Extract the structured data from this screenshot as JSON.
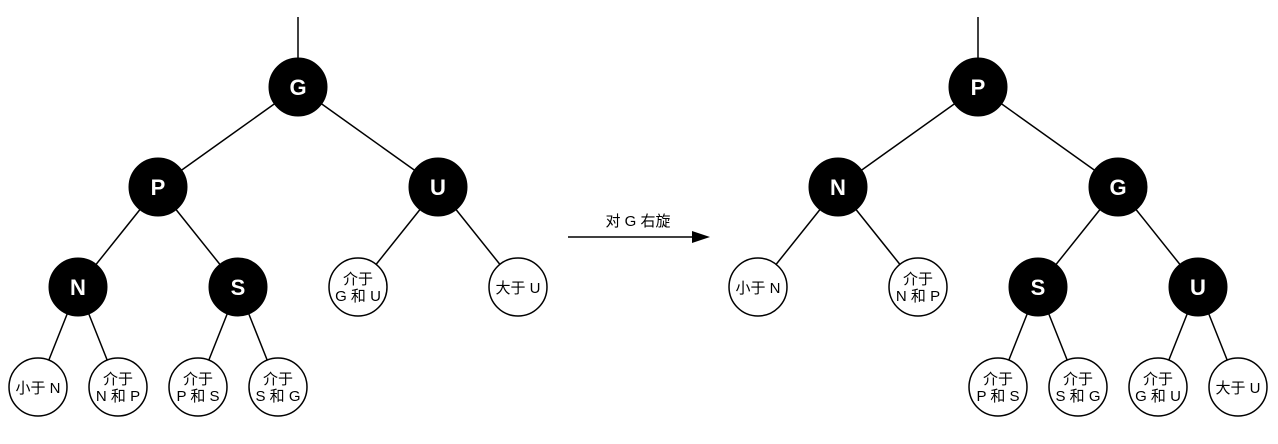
{
  "colors": {
    "black_node": "#000000",
    "white_node": "#ffffff",
    "edge": "#000000"
  },
  "operation": {
    "label": "对 G 右旋",
    "arrow": "right-arrow"
  },
  "before": {
    "nodes": {
      "G": {
        "color": "black",
        "lines": [
          "G"
        ]
      },
      "P": {
        "color": "black",
        "lines": [
          "P"
        ]
      },
      "U": {
        "color": "black",
        "lines": [
          "U"
        ]
      },
      "N": {
        "color": "black",
        "lines": [
          "N"
        ]
      },
      "S": {
        "color": "black",
        "lines": [
          "S"
        ]
      },
      "GU": {
        "color": "white",
        "lines": [
          "介于",
          "G 和 U"
        ]
      },
      "gtU": {
        "color": "white",
        "lines": [
          "大于 U"
        ]
      },
      "ltN": {
        "color": "white",
        "lines": [
          "小于 N"
        ]
      },
      "NP": {
        "color": "white",
        "lines": [
          "介于",
          "N 和 P"
        ]
      },
      "PS": {
        "color": "white",
        "lines": [
          "介于",
          "P 和 S"
        ]
      },
      "SG": {
        "color": "white",
        "lines": [
          "介于",
          "S 和 G"
        ]
      }
    },
    "edges": [
      [
        "G",
        "P"
      ],
      [
        "G",
        "U"
      ],
      [
        "P",
        "N"
      ],
      [
        "P",
        "S"
      ],
      [
        "U",
        "GU"
      ],
      [
        "U",
        "gtU"
      ],
      [
        "N",
        "ltN"
      ],
      [
        "N",
        "NP"
      ],
      [
        "S",
        "PS"
      ],
      [
        "S",
        "SG"
      ]
    ]
  },
  "after": {
    "nodes": {
      "P": {
        "color": "black",
        "lines": [
          "P"
        ]
      },
      "N": {
        "color": "black",
        "lines": [
          "N"
        ]
      },
      "G": {
        "color": "black",
        "lines": [
          "G"
        ]
      },
      "ltN": {
        "color": "white",
        "lines": [
          "小于 N"
        ]
      },
      "NP": {
        "color": "white",
        "lines": [
          "介于",
          "N 和 P"
        ]
      },
      "S": {
        "color": "black",
        "lines": [
          "S"
        ]
      },
      "U": {
        "color": "black",
        "lines": [
          "U"
        ]
      },
      "PS": {
        "color": "white",
        "lines": [
          "介于",
          "P 和 S"
        ]
      },
      "SG": {
        "color": "white",
        "lines": [
          "介于",
          "S 和 G"
        ]
      },
      "GU": {
        "color": "white",
        "lines": [
          "介于",
          "G 和 U"
        ]
      },
      "gtU": {
        "color": "white",
        "lines": [
          "大于 U"
        ]
      }
    },
    "edges": [
      [
        "P",
        "N"
      ],
      [
        "P",
        "G"
      ],
      [
        "N",
        "ltN"
      ],
      [
        "N",
        "NP"
      ],
      [
        "G",
        "S"
      ],
      [
        "G",
        "U"
      ],
      [
        "S",
        "PS"
      ],
      [
        "S",
        "SG"
      ],
      [
        "U",
        "GU"
      ],
      [
        "U",
        "gtU"
      ]
    ]
  }
}
